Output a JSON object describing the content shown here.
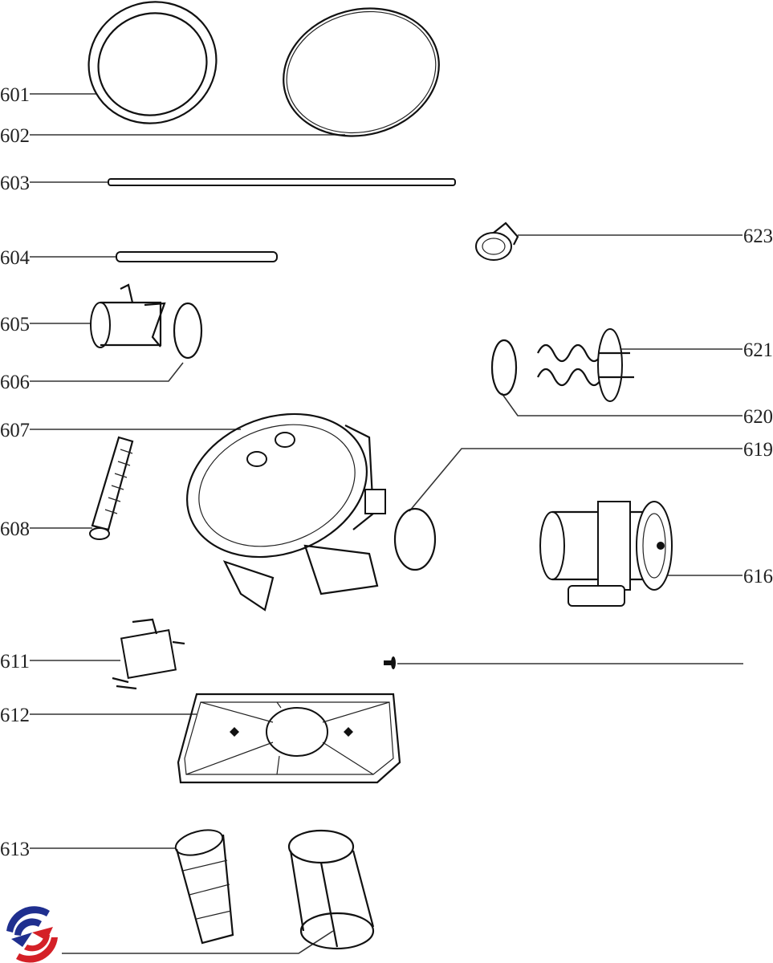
{
  "diagram": {
    "callouts": {
      "p601": "601",
      "p602": "602",
      "p603": "603",
      "p604": "604",
      "p605": "605",
      "p606": "606",
      "p607": "607",
      "p608": "608",
      "p611": "611",
      "p612": "612",
      "p613": "613",
      "p616": "616",
      "p619": "619",
      "p620": "620",
      "p621": "621",
      "p623": "623"
    },
    "logo_colors": {
      "blue": "#1f2f8f",
      "red": "#d42027"
    }
  }
}
